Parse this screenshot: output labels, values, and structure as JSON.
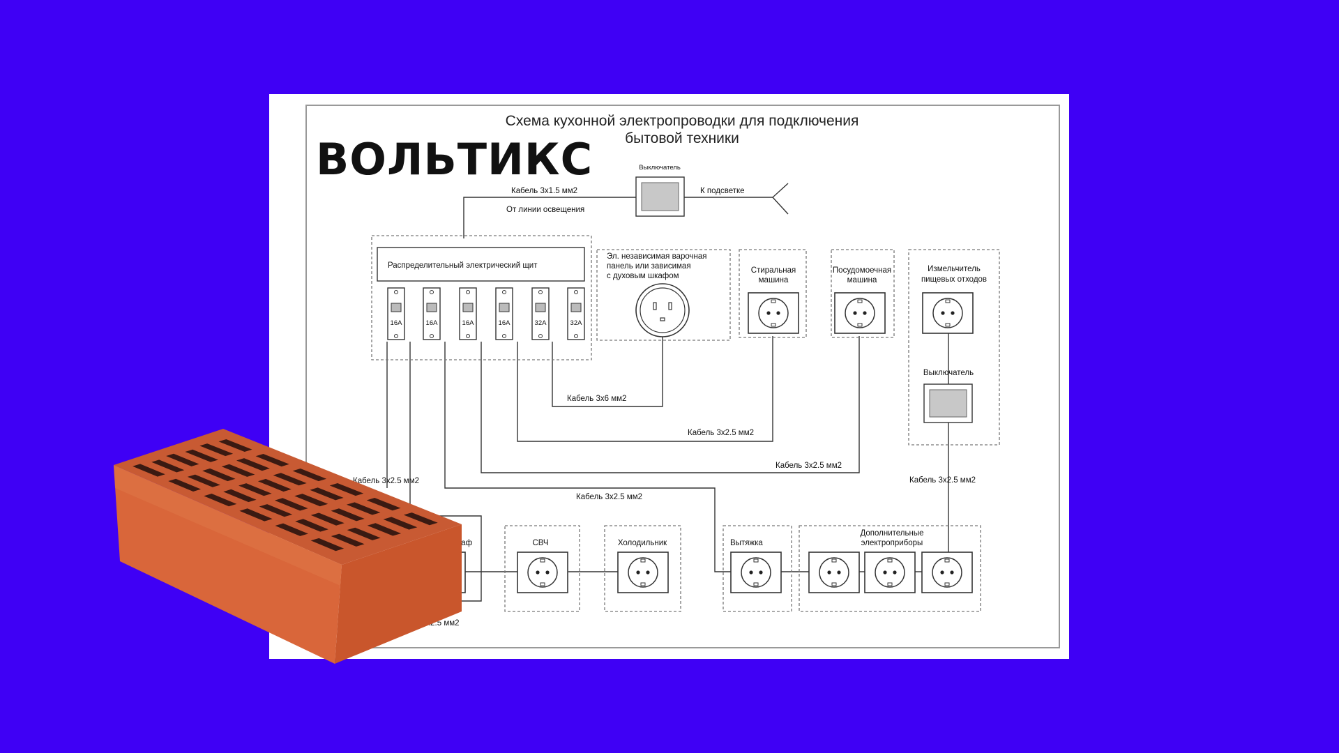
{
  "colors": {
    "background": "#3f00f5",
    "paper": "#ffffff",
    "line": "#222222",
    "brick": "#d95a2a"
  },
  "brand": {
    "logo": "ВОЛЬТИКС"
  },
  "diagram": {
    "title_line1": "Схема кухонной электропроводки для подключения",
    "title_line2": "бытовой техники",
    "switch_top": "Выключатель",
    "cable_light": "Кабель 3х1.5 мм2",
    "from_light": "От линии освещения",
    "to_light": "К подсветке",
    "panel": "Распределительный электрический щит",
    "breakers": [
      "16A",
      "16A",
      "16A",
      "16A",
      "32A",
      "32A"
    ],
    "hob_l1": "Эл. независимая варочная",
    "hob_l2": "панель или зависимая",
    "hob_l3": "с духовым шкафом",
    "washer_l1": "Стиральная",
    "washer_l2": "машина",
    "dish_l1": "Посудомоечная",
    "dish_l2": "машина",
    "disposer_l1": "Измельчитель",
    "disposer_l2": "пищевых отходов",
    "switch_mid": "Выключатель",
    "cable_6": "Кабель 3х6 мм2",
    "cable_a": "Кабель 3х2.5 мм2",
    "cable_b": "Кабель 3х2.5 мм2",
    "cable_c": "Кабель 3х2.5 мм2",
    "cable_d": "Кабель 3х2.5 мм2",
    "cable_e": "Кабель 3х2.5 мм2",
    "cable_f": "3х2.5 мм2",
    "oven_partial": "каф",
    "microwave": "СВЧ",
    "fridge": "Холодильник",
    "hood": "Вытяжка",
    "extra_l1": "Дополнительные",
    "extra_l2": "электроприборы"
  }
}
